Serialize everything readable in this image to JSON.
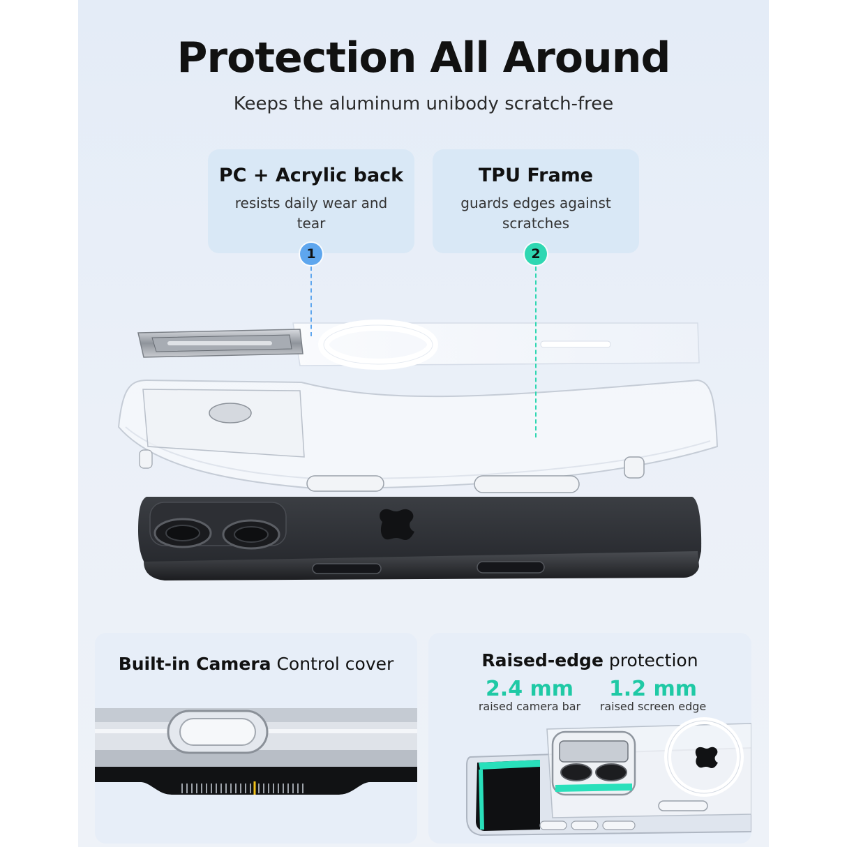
{
  "header": {
    "title": "Protection All Around",
    "subtitle": "Keeps the aluminum unibody scratch-free"
  },
  "callouts": [
    {
      "number": "1",
      "title": "PC + Acrylic back",
      "text": "resists daily wear and tear",
      "color": "#5ea6ee"
    },
    {
      "number": "2",
      "title": "TPU Frame",
      "text": "guards edges against scratches",
      "color": "#2fd7b2"
    }
  ],
  "panels": {
    "camera_control": {
      "title_bold": "Built-in Camera",
      "title_rest": " Control cover"
    },
    "raised_edge": {
      "title_bold": "Raised-edge",
      "title_rest": " protection",
      "specs": [
        {
          "value": "2.4 mm",
          "label": "raised camera bar"
        },
        {
          "value": "1.2 mm",
          "label": "raised screen edge"
        }
      ]
    }
  },
  "colors": {
    "accent_blue": "#5ea6ee",
    "accent_green": "#2fd7b2",
    "card_bg": "#d9e8f6",
    "phone_body": "#2b2d31"
  }
}
